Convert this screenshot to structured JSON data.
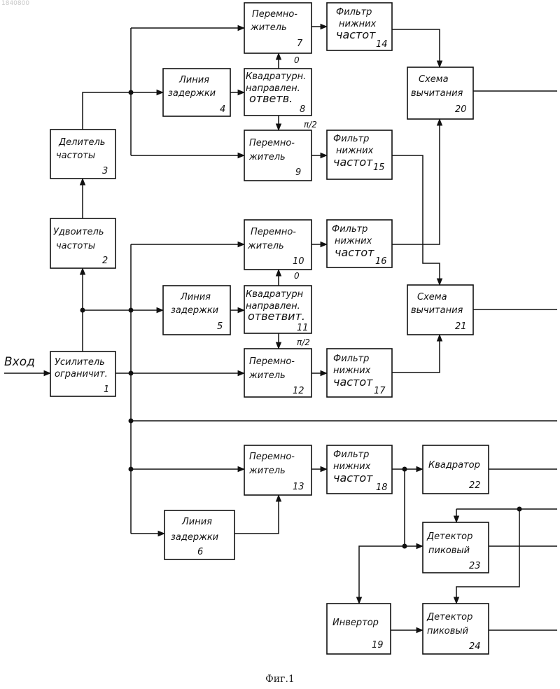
{
  "watermark": "1840800",
  "caption": "Фиг.1",
  "input_label": "Вход",
  "blocks": {
    "b1": {
      "l1": "Усилитель",
      "l2": "ограничит.",
      "num": "1"
    },
    "b2": {
      "l1": "Удвоитель",
      "l2": "частоты",
      "num": "2"
    },
    "b3": {
      "l1": "Делитель",
      "l2": "частоты",
      "num": "3"
    },
    "b4": {
      "l1": "Линия",
      "l2": "задержки",
      "num": "4"
    },
    "b5": {
      "l1": "Линия",
      "l2": "задержки",
      "num": "5"
    },
    "b6": {
      "l1": "Линия",
      "l2": "задержки",
      "num": "6"
    },
    "b7": {
      "l1": "Перемно-",
      "l2": "житель",
      "num": "7"
    },
    "b8": {
      "l1": "Квадратурн.",
      "l2": "направлен.",
      "l3": "ответв.",
      "num": "8"
    },
    "b9": {
      "l1": "Перемно-",
      "l2": "житель",
      "num": "9"
    },
    "b10": {
      "l1": "Перемно-",
      "l2": "житель",
      "num": "10"
    },
    "b11": {
      "l1": "Квадратурн",
      "l2": "направлен.",
      "l3": "ответвит.",
      "num": "11"
    },
    "b12": {
      "l1": "Перемно-",
      "l2": "житель",
      "num": "12"
    },
    "b13": {
      "l1": "Перемно-",
      "l2": "житель",
      "num": "13"
    },
    "b14": {
      "l1": "Фильтр",
      "l2": "нижних",
      "l3": "частот",
      "num": "14"
    },
    "b15": {
      "l1": "Фильтр",
      "l2": "нижних",
      "l3": "частот",
      "num": "15"
    },
    "b16": {
      "l1": "Фильтр",
      "l2": "нижних",
      "l3": "частот",
      "num": "16"
    },
    "b17": {
      "l1": "Фильтр",
      "l2": "нижних",
      "l3": "частот",
      "num": "17"
    },
    "b18": {
      "l1": "Фильтр",
      "l2": "нижних",
      "l3": "частот",
      "num": "18"
    },
    "b19": {
      "l1": "Инвертор",
      "num": "19"
    },
    "b20": {
      "l1": "Схема",
      "l2": "вычитания",
      "num": "20"
    },
    "b21": {
      "l1": "Схема",
      "l2": "вычитания",
      "num": "21"
    },
    "b22": {
      "l1": "Квадратор",
      "num": "22"
    },
    "b23": {
      "l1": "Детектор",
      "l2": "пиковый",
      "num": "23"
    },
    "b24": {
      "l1": "Детектор",
      "l2": "пиковый",
      "num": "24"
    }
  },
  "phase_labels": {
    "p8_top": "0",
    "p8_bottom": "π/2",
    "p11_top": "0",
    "p11_bottom": "π/2"
  }
}
